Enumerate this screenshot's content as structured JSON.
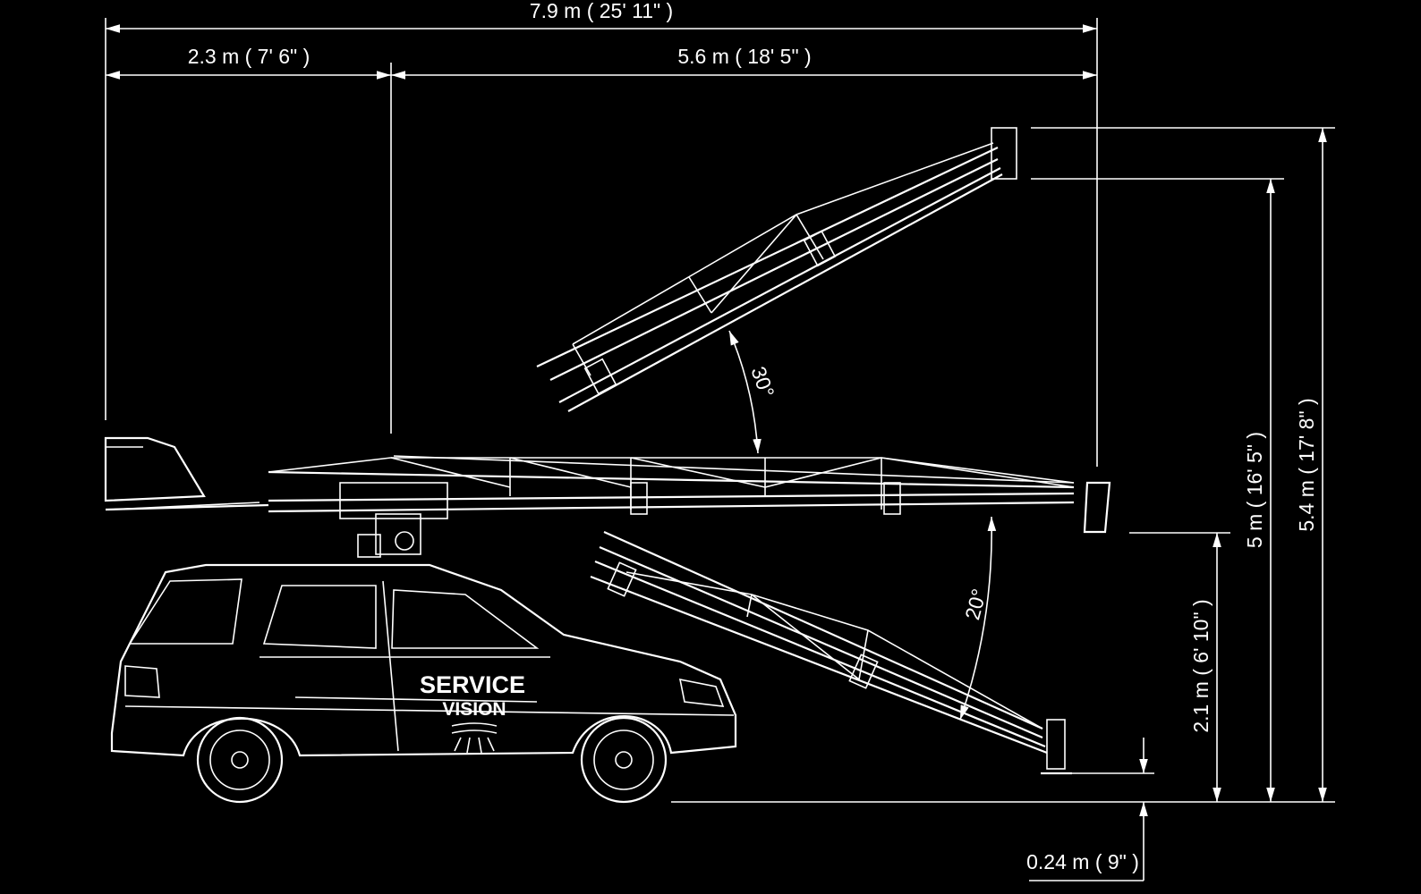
{
  "dimensions": {
    "total_length": "7.9 m ( 25' 11\" )",
    "rear_length": "2.3 m ( 7' 6\" )",
    "front_reach": "5.6 m ( 18' 5\" )",
    "max_height": "5.4 m ( 17' 8\" )",
    "lens_height": "5 m ( 16' 5\" )",
    "base_height": "2.1 m ( 6' 10\" )",
    "min_height": "0.24 m ( 9\" )"
  },
  "angles": {
    "up": "30°",
    "down": "20°"
  },
  "vehicle_logo": {
    "line1": "SERVICE",
    "line2": "VISION"
  },
  "colors": {
    "background": "#000000",
    "lines": "#ffffff"
  }
}
